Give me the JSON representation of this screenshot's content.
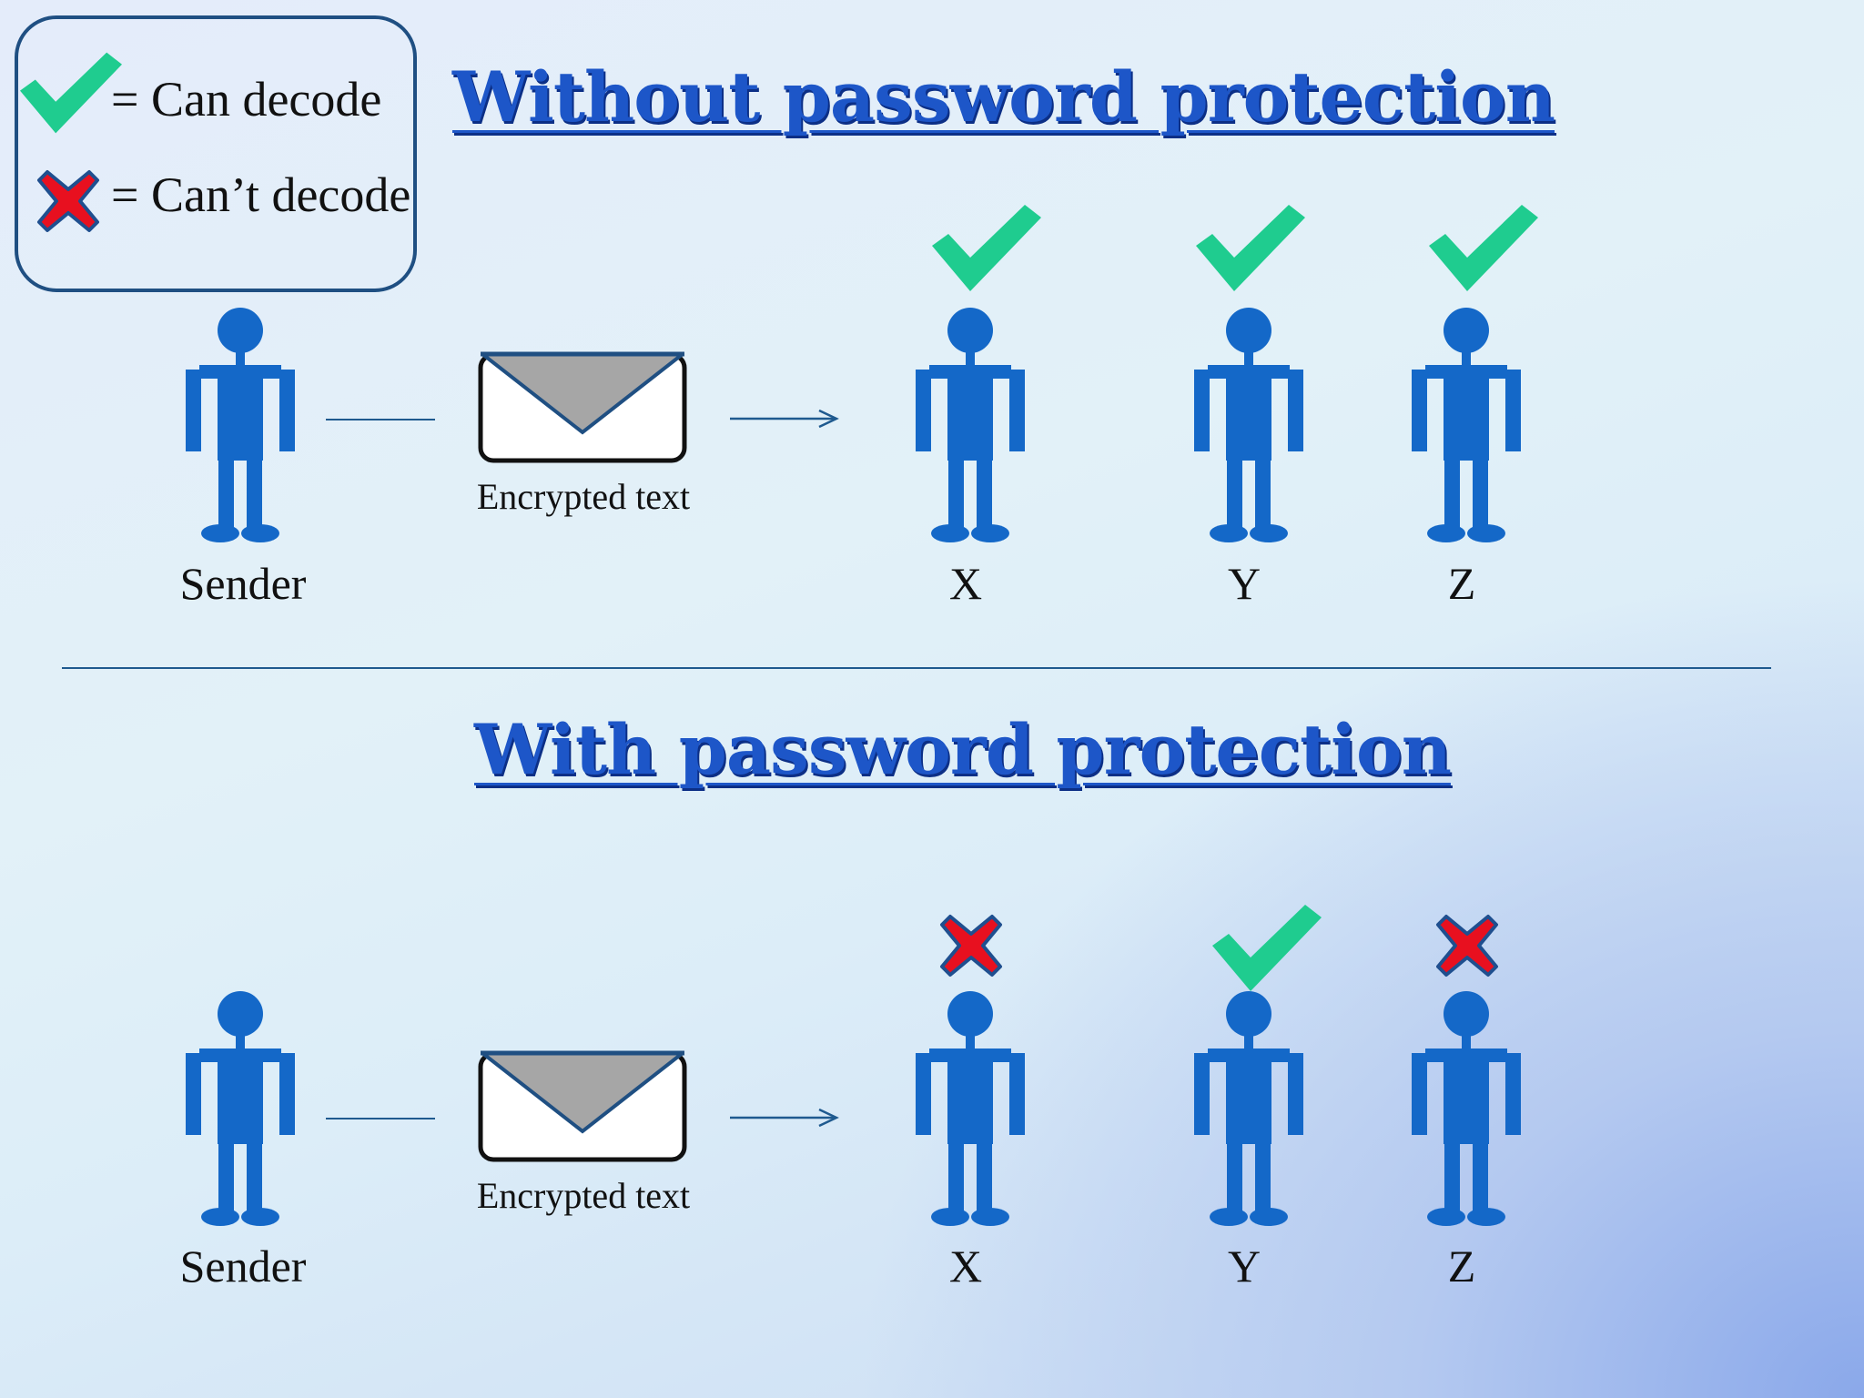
{
  "legend": {
    "can_decode": "= Can decode",
    "cant_decode": "= Can’t decode"
  },
  "sections": [
    {
      "title": "Without password protection",
      "sender_label": "Sender",
      "message_label": "Encrypted text",
      "recipients": [
        {
          "label": "X",
          "status": "can-decode"
        },
        {
          "label": "Y",
          "status": "can-decode"
        },
        {
          "label": "Z",
          "status": "can-decode"
        }
      ]
    },
    {
      "title": "With password protection",
      "sender_label": "Sender",
      "message_label": "Encrypted text",
      "recipients": [
        {
          "label": "X",
          "status": "cant-decode"
        },
        {
          "label": "Y",
          "status": "can-decode"
        },
        {
          "label": "Z",
          "status": "cant-decode"
        }
      ]
    }
  ],
  "colors": {
    "person": "#1468c8",
    "check": "#1fcc8f",
    "cross": "#e8101f",
    "cross_outline": "#1f4f8f",
    "title": "#1d56c8"
  }
}
